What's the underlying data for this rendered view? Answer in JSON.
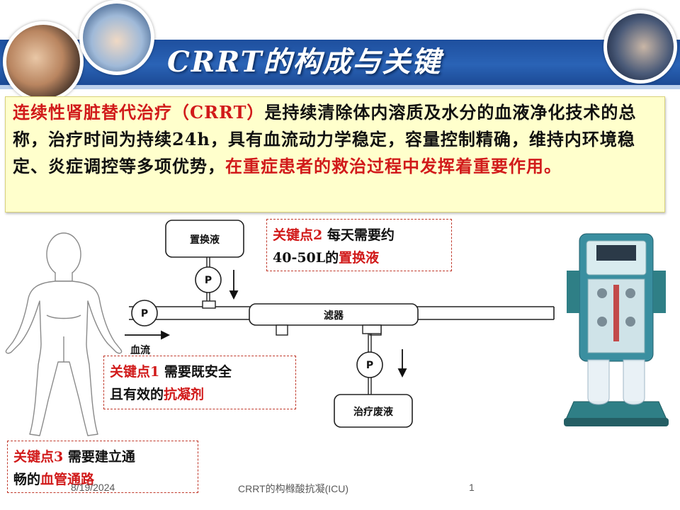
{
  "title": "CRRT的构成与关键",
  "intro": {
    "part1": "连续性肾脏替代治疗（CRRT）",
    "part2": "是持续清除体内溶质及水分的血液净化技术的总称，治疗时间为持续24h，具有血流动力学稳定，容量控制精确，维持内环境稳定、炎症调控等多项优势，",
    "part3": "在重症患者的救治过程中发挥着重要作用。"
  },
  "diagram": {
    "replacement_fluid": "置换液",
    "filter": "滤器",
    "waste_fluid": "治疗废液",
    "pump": "P",
    "blood_flow": "血流"
  },
  "callouts": {
    "key2": {
      "label": "关键点2",
      "text": " 每天需要约",
      "line2_plain": "40-50L的",
      "line2_red": "置换液"
    },
    "key1": {
      "label": "关键点1",
      "text": " 需要既安全",
      "line2_plain": "且有效的",
      "line2_red": "抗凝剂"
    },
    "key3": {
      "label": "关键点3",
      "text": " 需要建立通",
      "line2_plain": "畅的",
      "line2_red": "血管通路"
    }
  },
  "footer": {
    "date": "8/19/2024",
    "caption": "CRRT的构橼酸抗凝(ICU)",
    "page": "1"
  }
}
